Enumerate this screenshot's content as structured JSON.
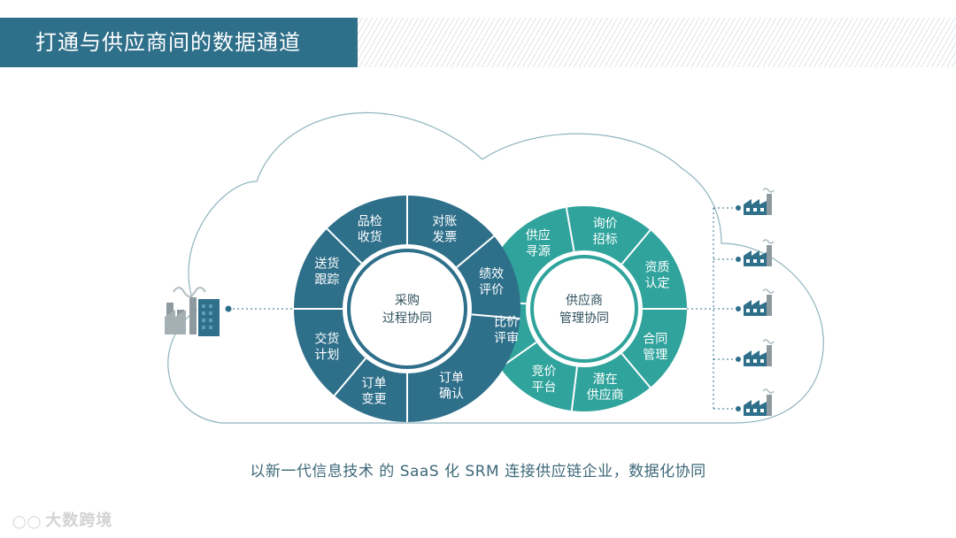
{
  "header": {
    "title": "打通与供应商间的数据通道"
  },
  "left_wheel": {
    "center": [
      "采购",
      "过程协同"
    ],
    "segments": [
      [
        "品检",
        "收货"
      ],
      [
        "对账",
        "发票"
      ],
      [
        "绩效",
        "评价"
      ],
      [
        "订单",
        "确认"
      ],
      [
        "订单",
        "变更"
      ],
      [
        "交货",
        "计划"
      ],
      [
        "送货",
        "跟踪"
      ]
    ]
  },
  "right_wheel": {
    "center": [
      "供应商",
      "管理协同"
    ],
    "segments": [
      [
        "询价",
        "招标"
      ],
      [
        "资质",
        "认定"
      ],
      [
        "合同",
        "管理"
      ],
      [
        "潜在",
        "供应商"
      ],
      [
        "竞价",
        "平台"
      ],
      [
        "比价",
        "评审"
      ],
      [
        "供应",
        "寻源"
      ]
    ]
  },
  "caption": "以新一代信息技术 的 SaaS 化 SRM 连接供应链企业，数据化协同",
  "watermark": "大数跨境",
  "colors": {
    "left_dark": "#2e6f8a",
    "right_teal": "#2fa39c",
    "title_bg": "#2e6f8a",
    "cloud_line": "#8fb4bd"
  }
}
